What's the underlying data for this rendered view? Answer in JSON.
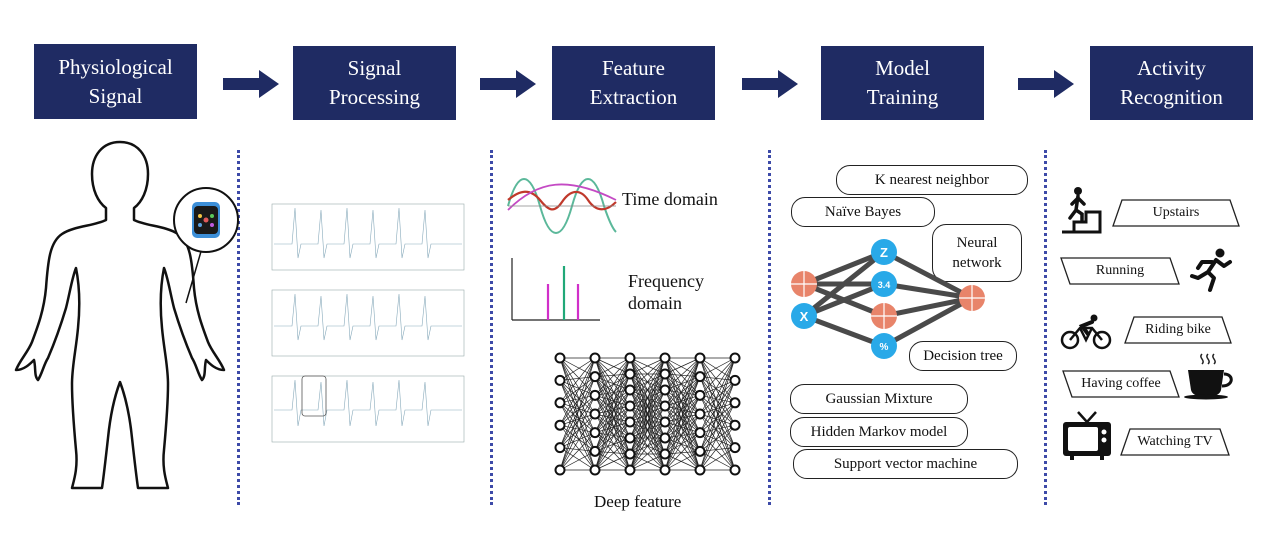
{
  "stages": [
    {
      "line1": "Physiological",
      "line2": "Signal"
    },
    {
      "line1": "Signal",
      "line2": "Processing"
    },
    {
      "line1": "Feature",
      "line2": "Extraction"
    },
    {
      "line1": "Model",
      "line2": "Training"
    },
    {
      "line1": "Activity",
      "line2": "Recognition"
    }
  ],
  "features": {
    "time_domain": "Time domain",
    "frequency_line1": "Frequency",
    "frequency_line2": "domain",
    "deep_feature": "Deep feature"
  },
  "models": {
    "knn": "K nearest neighbor",
    "naive_bayes": "Naïve Bayes",
    "neural_line1": "Neural",
    "neural_line2": "network",
    "decision_tree": "Decision tree",
    "gaussian": "Gaussian Mixture",
    "hmm": "Hidden Markov model",
    "svm": "Support vector machine",
    "nn_nodes": [
      "Z",
      "3.4",
      "X",
      "%"
    ]
  },
  "activities": [
    "Upstairs",
    "Running",
    "Riding bike",
    "Having coffee",
    "Watching TV"
  ],
  "colors": {
    "stage_bg": "#1f2b63",
    "divider": "#3d4aa8",
    "node_blue": "#29a9e8",
    "node_orange": "#e8846a"
  }
}
